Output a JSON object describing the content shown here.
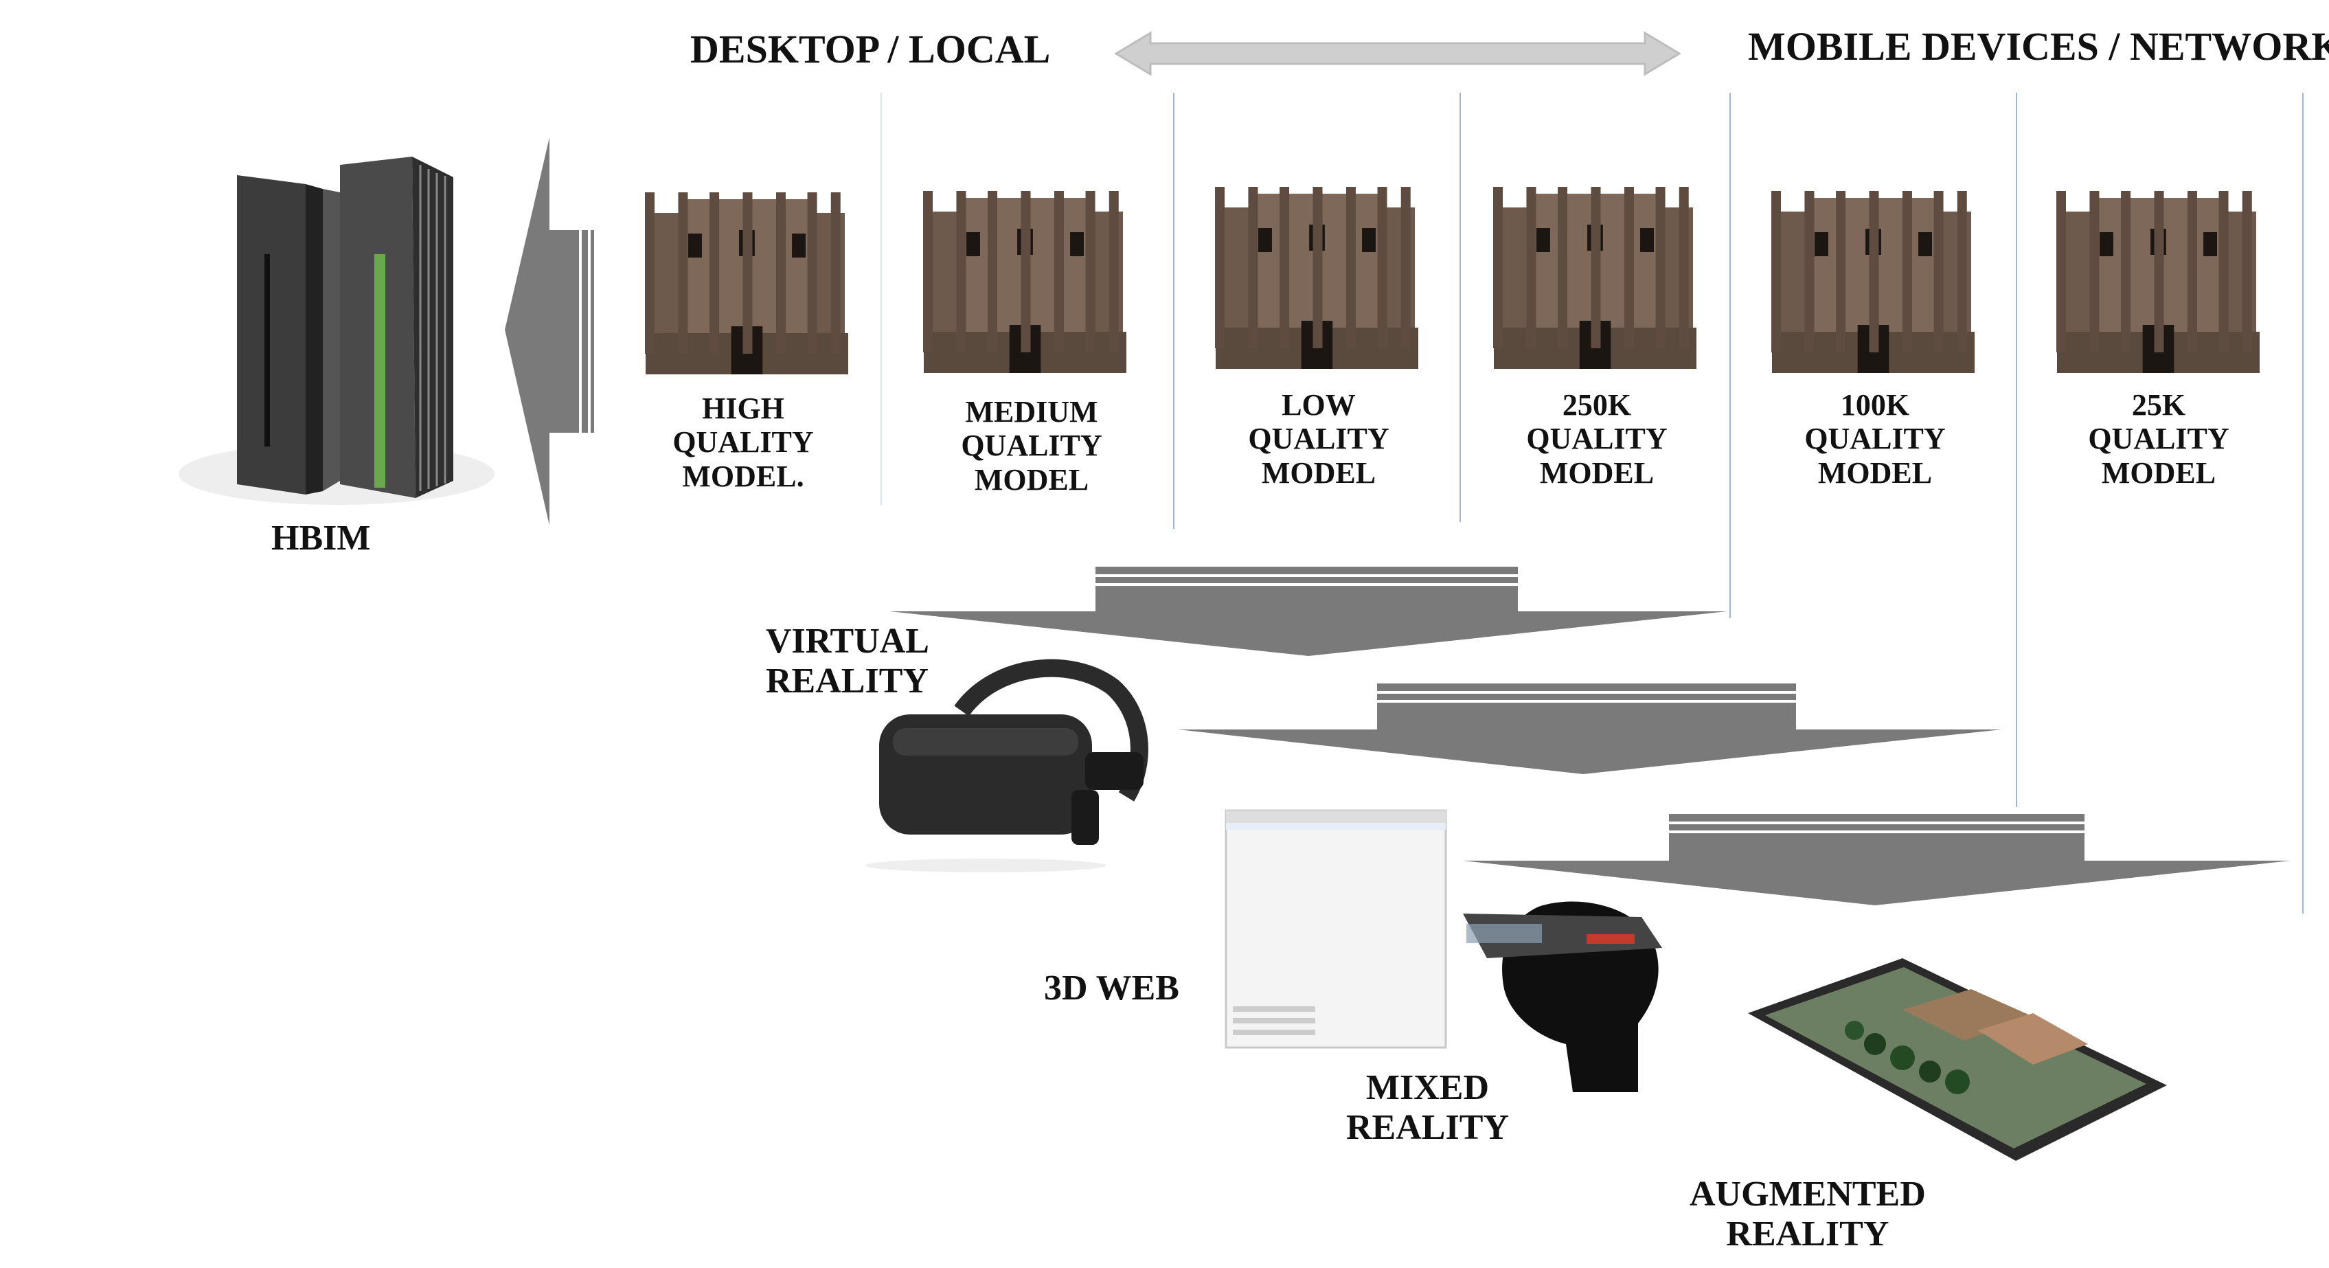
{
  "header": {
    "left": "DESKTOP / LOCAL",
    "right": "MOBILE DEVICES / NETWORK"
  },
  "hbim": {
    "label": "HBIM"
  },
  "models": [
    {
      "lines": [
        "HIGH",
        "QUALITY",
        "MODEL."
      ]
    },
    {
      "lines": [
        "MEDIUM",
        "QUALITY",
        "MODEL"
      ]
    },
    {
      "lines": [
        "LOW",
        "QUALITY",
        "MODEL"
      ]
    },
    {
      "lines": [
        "250K",
        "QUALITY",
        "MODEL"
      ]
    },
    {
      "lines": [
        "100K",
        "QUALITY",
        "MODEL"
      ]
    },
    {
      "lines": [
        "25K",
        "QUALITY",
        "MODEL"
      ]
    }
  ],
  "outputs": {
    "vr": [
      "VIRTUAL",
      "REALITY"
    ],
    "web": "3D WEB",
    "mr": [
      "MIXED",
      "REALITY"
    ],
    "ar": [
      "AUGMENTED",
      "REALITY"
    ]
  },
  "colors": {
    "arrow": "#7a7a7a",
    "double_arrow": "#cfcfcf",
    "divider": "#9fb6d6",
    "server": "#4a4a4a",
    "server_accent": "#6aa84f",
    "building": "#6e5a4c"
  },
  "icons": [
    "server-icon",
    "building-model-icon",
    "vr-headset-icon",
    "browser-window-icon",
    "hololens-icon",
    "tablet-icon"
  ]
}
